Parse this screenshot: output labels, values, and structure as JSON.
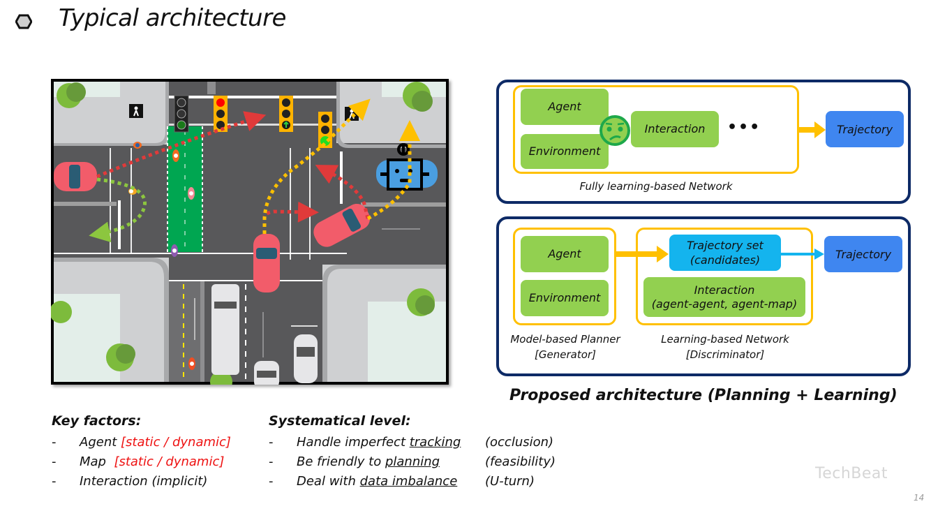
{
  "slide": {
    "title": "Typical architecture",
    "title_bullet_icon": "hexagon-bullet-icon",
    "page_number": "14",
    "watermark": "TechBeat"
  },
  "scene": {
    "description": "Top-down illustration of an urban intersection with cars, cyclists, pedestrians, traffic lights and predicted trajectory arrows",
    "icons": [
      "tree-icon",
      "pedestrian-signal-icon",
      "traffic-light-icon",
      "car-icon",
      "robot-car-icon",
      "cyclist-icon",
      "pedestrian-icon",
      "truck-icon",
      "trajectory-arrow-icon"
    ],
    "colors": {
      "road": "#58585a",
      "sidewalk": "#cfd0d2",
      "grass": "#e3eee9",
      "bike_lane": "#00a651",
      "car": "#f25c6a",
      "robot_car": "#4a9ee0",
      "trajectory_red": "#e03a3a",
      "trajectory_yellow": "#ffc000",
      "trajectory_green": "#8cc63f"
    }
  },
  "diagram_top": {
    "agent": "Agent",
    "environment": "Environment",
    "interaction": "Interaction",
    "ellipsis": "•••",
    "trajectory": "Trajectory",
    "caption": "Fully learning-based Network",
    "face_icon": "confused-face-icon"
  },
  "diagram_bottom": {
    "agent": "Agent",
    "environment": "Environment",
    "trajectory_set": "Trajectory set",
    "trajectory_set_sub": "(candidates)",
    "interaction": "Interaction",
    "interaction_sub": "(agent-agent, agent-map)",
    "trajectory": "Trajectory",
    "planner_caption": "Model-based Planner",
    "planner_sub": "[Generator]",
    "network_caption": "Learning-based Network",
    "network_sub": "[Discriminator]"
  },
  "proposed_caption": "Proposed architecture (Planning + Learning)",
  "key_factors": {
    "heading": "Key factors:",
    "items": [
      {
        "dash": "-",
        "text": "Agent ",
        "highlight": "[static / dynamic]"
      },
      {
        "dash": "-",
        "text": "Map  ",
        "highlight": "[static / dynamic]"
      },
      {
        "dash": "-",
        "text": "Interaction (implicit)",
        "highlight": ""
      }
    ]
  },
  "systematical": {
    "heading": "Systematical level:",
    "items": [
      {
        "dash": "-",
        "pre": "Handle imperfect ",
        "key": "tracking",
        "note": "(occlusion)"
      },
      {
        "dash": "-",
        "pre": "Be friendly to ",
        "key": "planning",
        "note": "(feasibility)"
      },
      {
        "dash": "-",
        "pre": "Deal with ",
        "key": "data imbalance",
        "note": "(U-turn)"
      }
    ]
  },
  "colors": {
    "panel_border": "#0d2a66",
    "yellow_border": "#ffc000",
    "green_box": "#92d050",
    "blue_box": "#3f86f0",
    "cyan_box": "#14b4ee",
    "highlight_red": "#ee1111"
  }
}
